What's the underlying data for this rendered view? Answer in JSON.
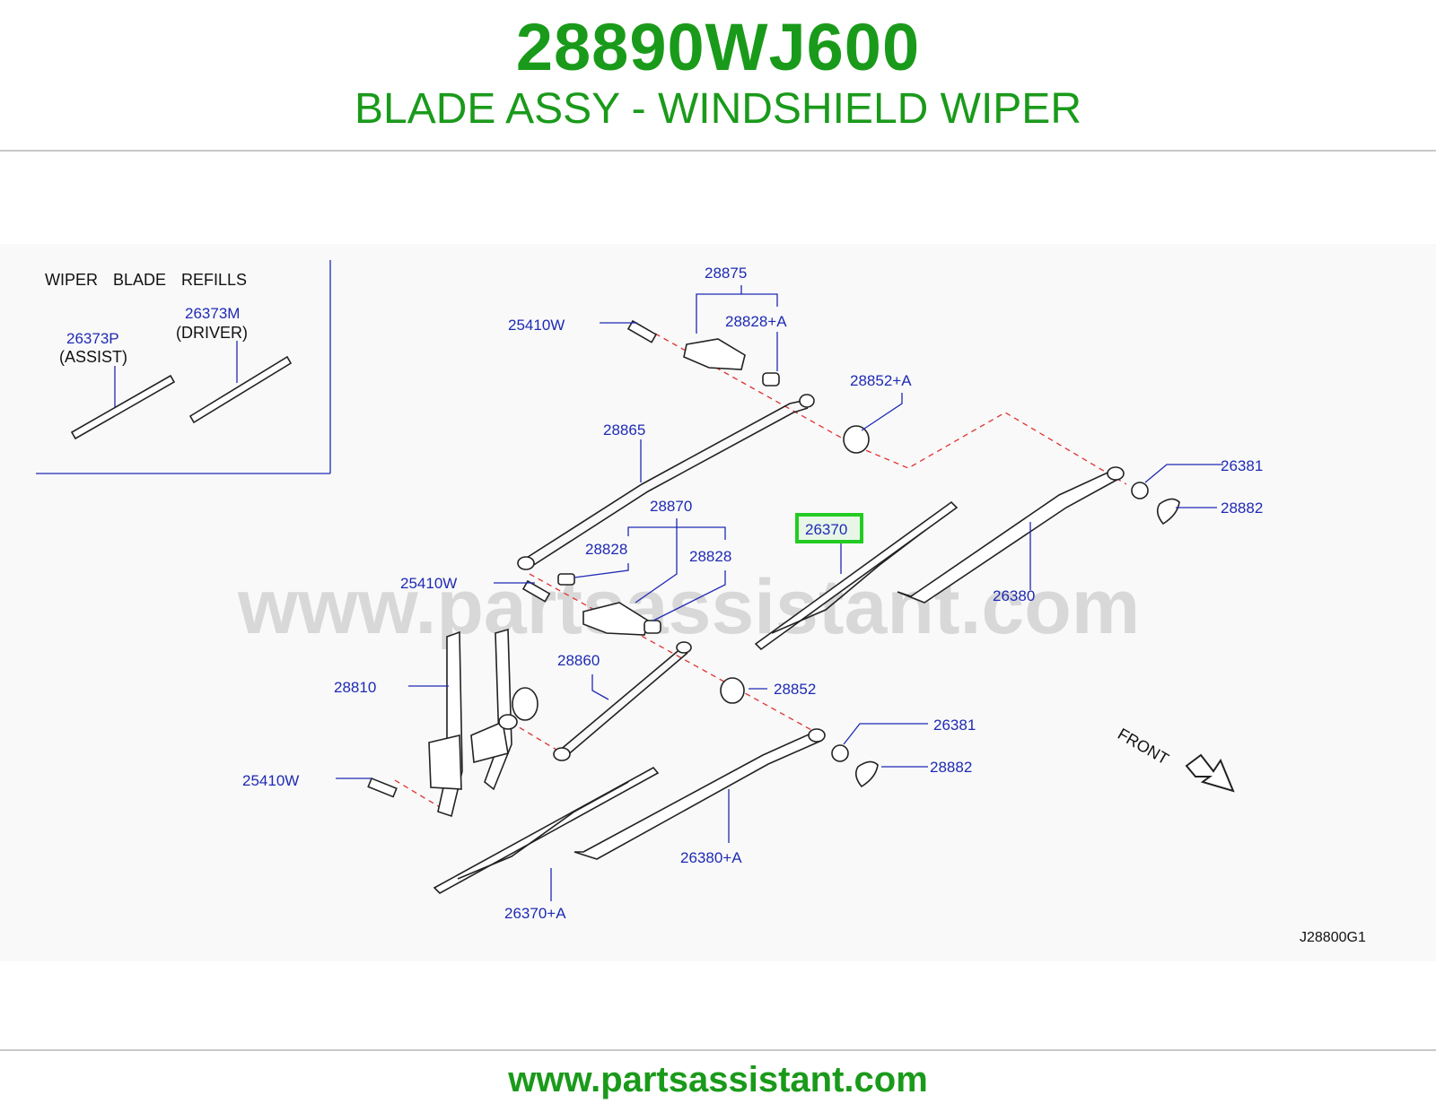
{
  "header": {
    "part_number": "28890WJ600",
    "description": "BLADE ASSY - WINDSHIELD WIPER"
  },
  "refills": {
    "title": "WIPER BLADE REFILLS",
    "assist_part": "26373P",
    "assist_label": "(ASSIST)",
    "driver_part": "26373M",
    "driver_label": "(DRIVER)"
  },
  "callouts": {
    "c28875": "28875",
    "c25410w_top": "25410W",
    "c28828a": "28828+A",
    "c28852a": "28852+A",
    "c28865": "28865",
    "c26381_top": "26381",
    "c28882_top": "28882",
    "c28870": "28870",
    "c28828_left": "28828",
    "c28828_right": "28828",
    "c26370": "26370",
    "c25410w_mid": "25410W",
    "c26380": "26380",
    "c28860": "28860",
    "c28810": "28810",
    "c28852": "28852",
    "c26381_bottom": "26381",
    "c28882_bottom": "28882",
    "c25410w_bottom": "25410W",
    "c26380a": "26380+A",
    "c26370a": "26370+A"
  },
  "front_label": "FRONT",
  "diagram_code": "J28800G1",
  "watermark": "www.partsassistant.com",
  "footer_url": "www.partsassistant.com",
  "highlighted_part": "26370",
  "colors": {
    "title_green": "#1a9a1a",
    "callout_blue": "#1e2ab4",
    "highlight_green": "#22cc22",
    "dash_red": "#e03030"
  }
}
